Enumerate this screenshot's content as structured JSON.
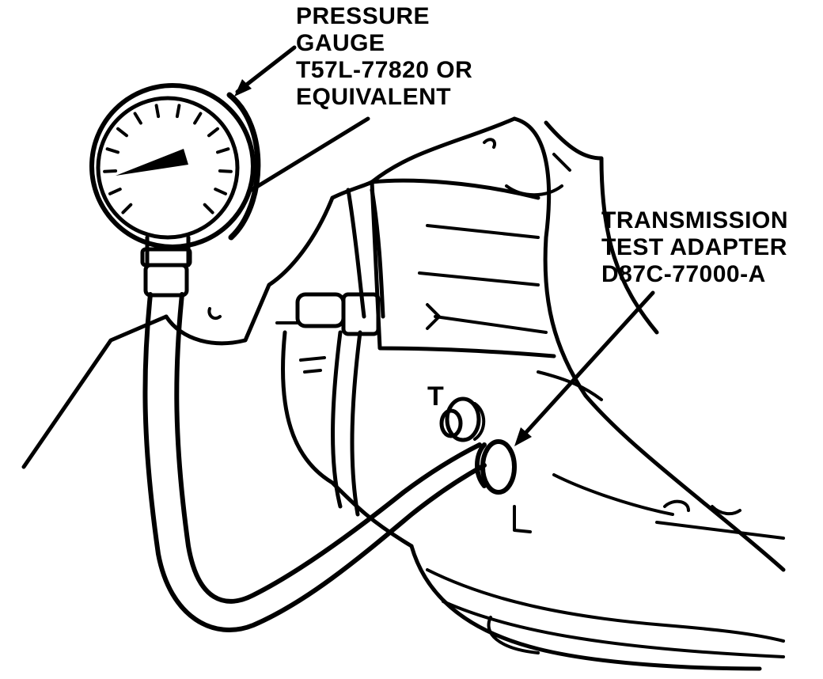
{
  "labels": {
    "gauge": {
      "lines": [
        "PRESSURE",
        "GAUGE",
        "T57L-77820 OR",
        "EQUIVALENT"
      ]
    },
    "adapter": {
      "lines": [
        "TRANSMISSION",
        "TEST ADAPTER",
        "D87C-77000-A"
      ]
    },
    "port_mark": "T"
  },
  "colors": {
    "ink": "#000000",
    "paper": "#ffffff"
  }
}
